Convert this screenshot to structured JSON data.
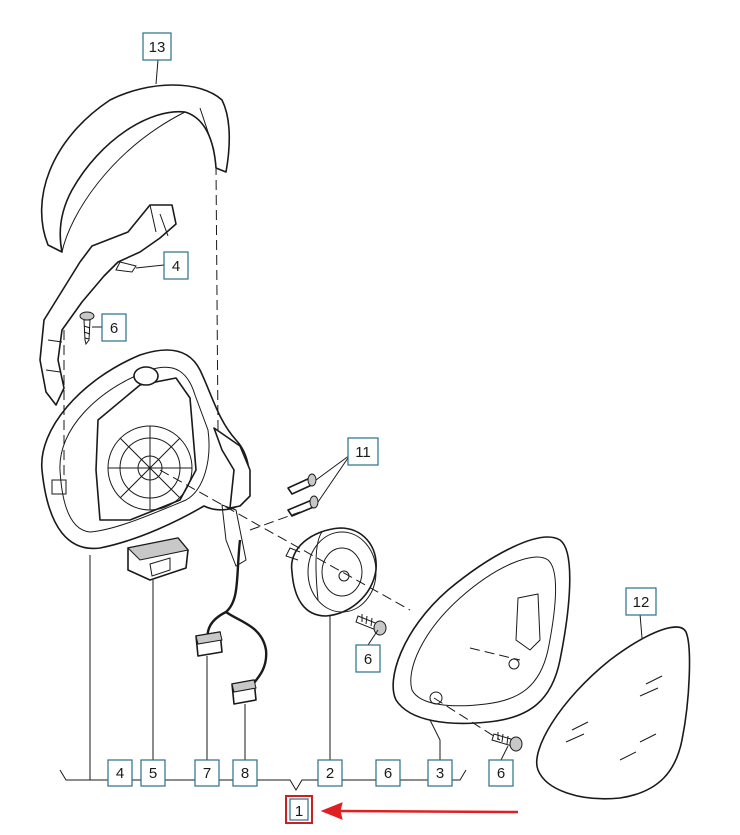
{
  "callouts": {
    "c13": "13",
    "c4_top": "4",
    "c6_left": "6",
    "c11": "11",
    "c6_mid": "6",
    "c12": "12",
    "b4": "4",
    "b5": "5",
    "b7": "7",
    "b8": "8",
    "b2": "2",
    "b6": "6",
    "b3": "3",
    "b6_right": "6",
    "b1": "1"
  },
  "colors": {
    "callout_border": "#2a6f8a",
    "highlight_border": "#cc1f1f",
    "arrow": "#e02020",
    "line": "#1a1a1a"
  },
  "icons": {
    "pointer": "arrow-left-icon"
  }
}
